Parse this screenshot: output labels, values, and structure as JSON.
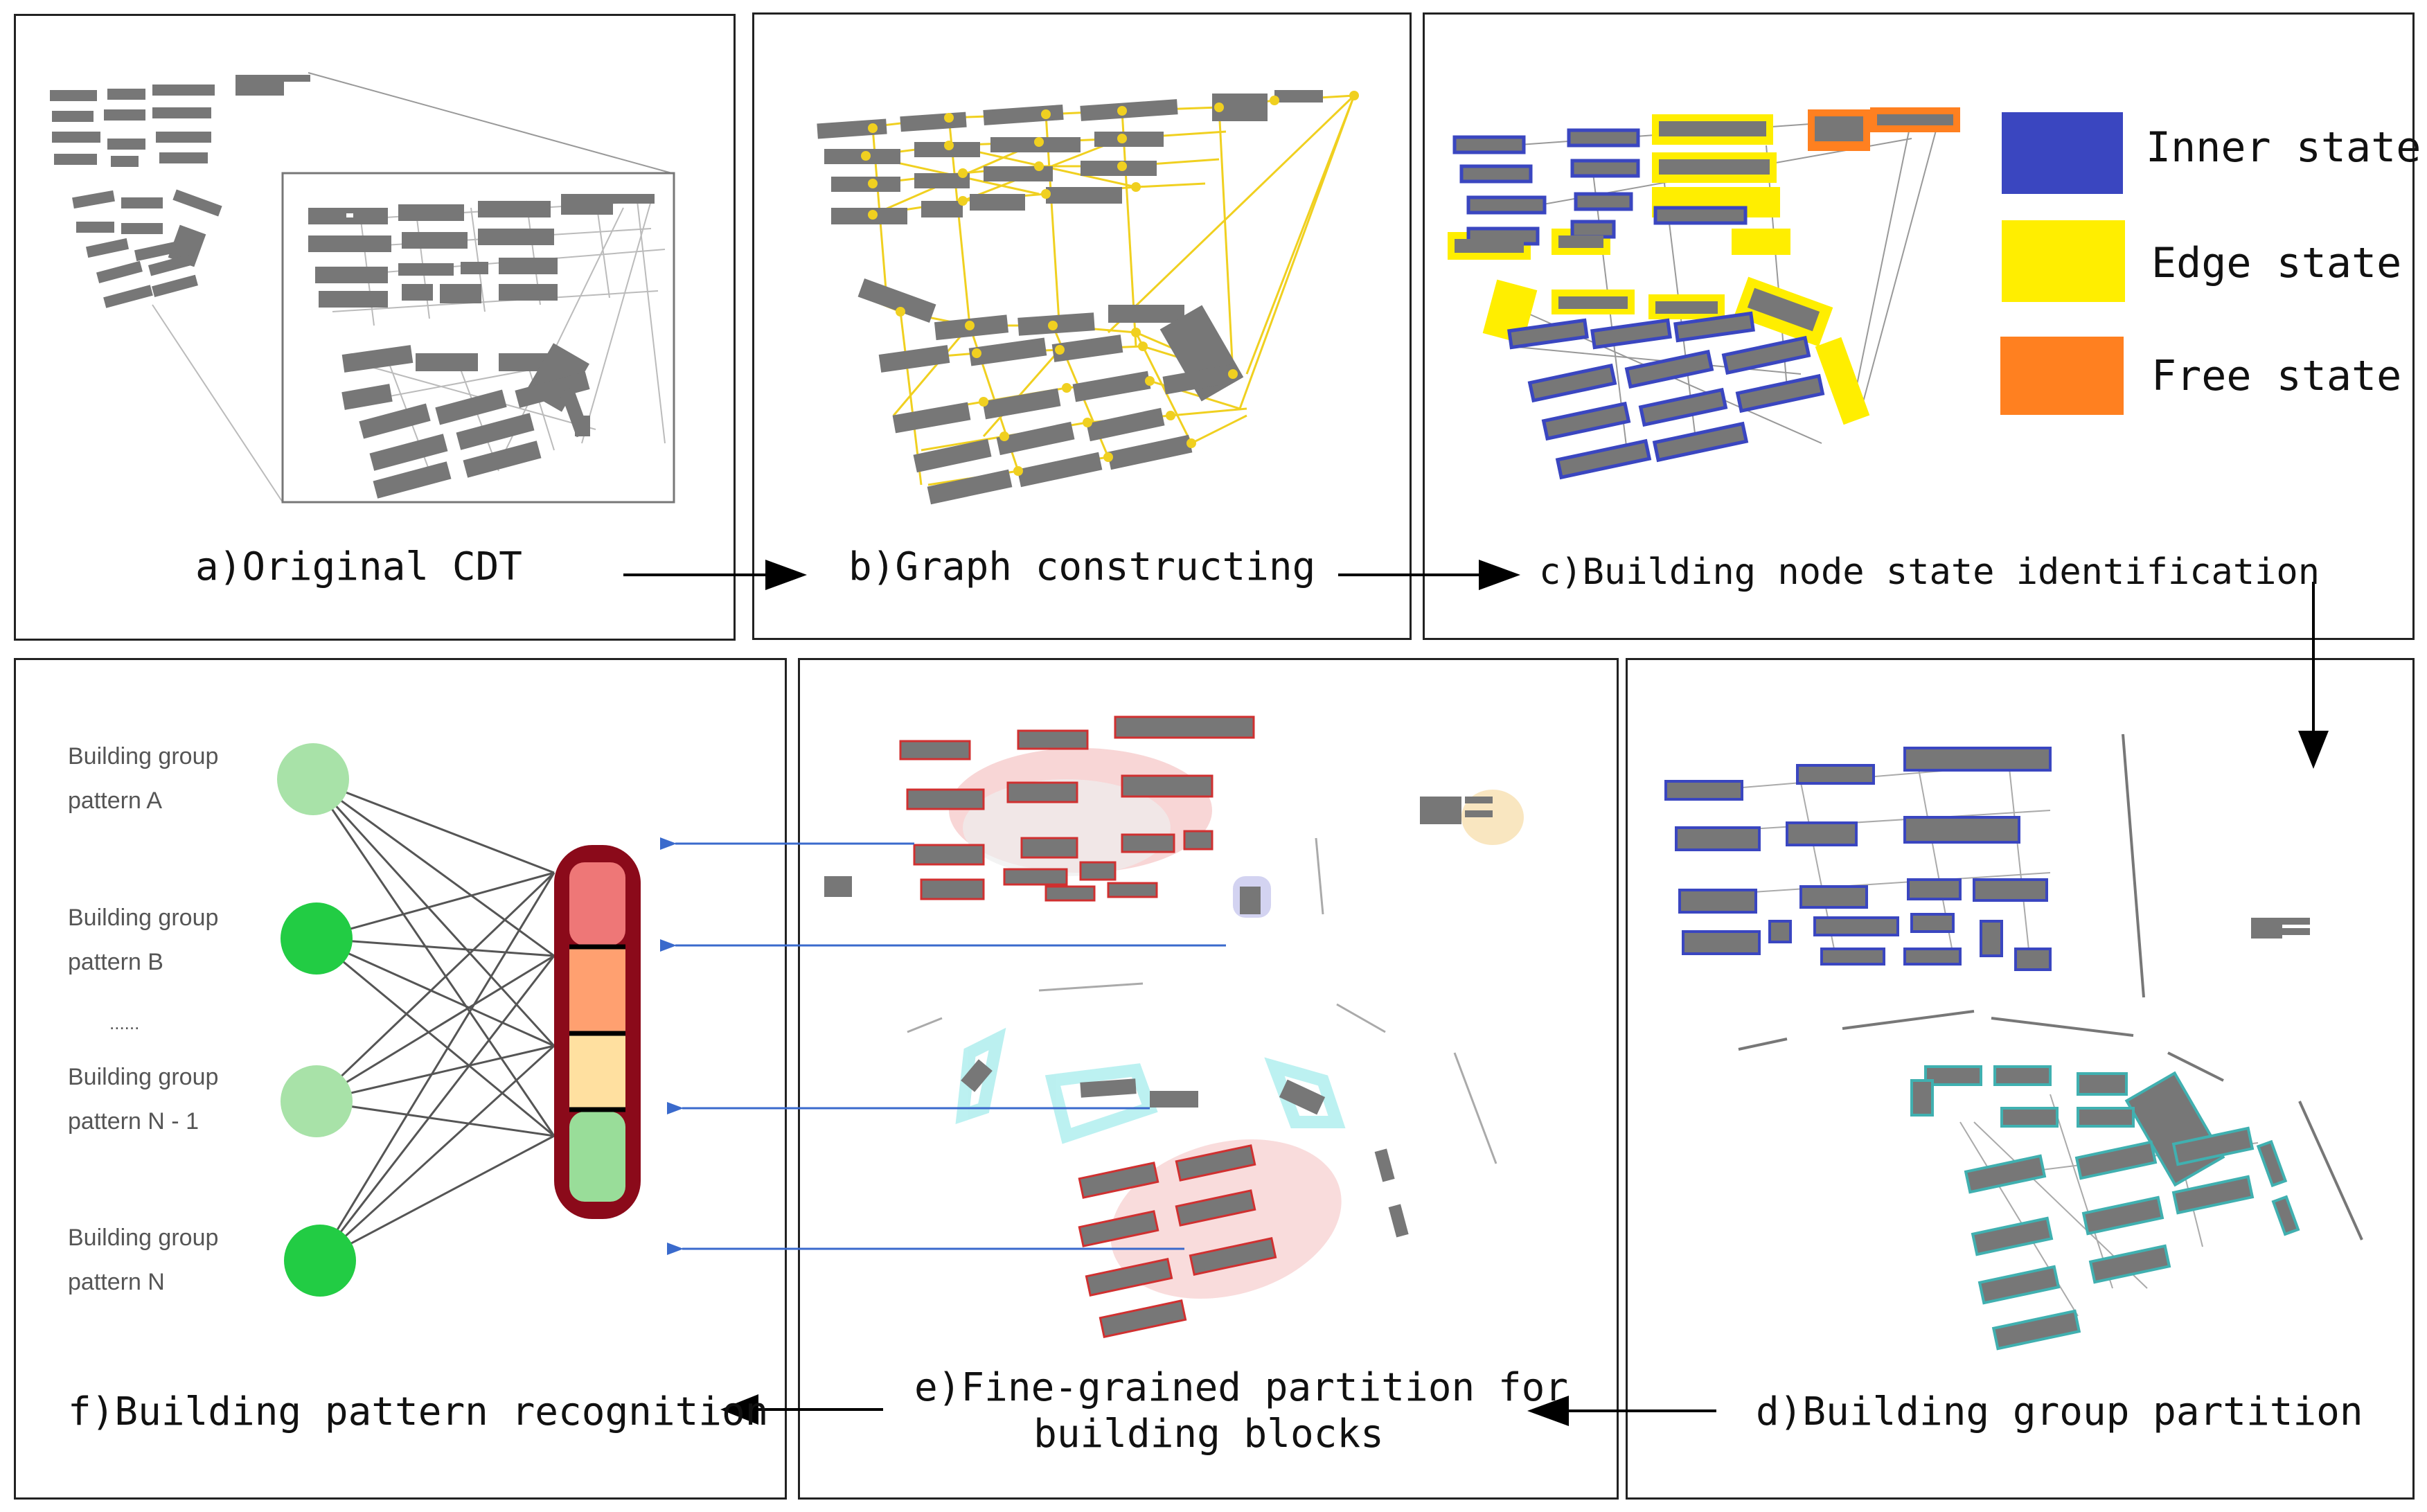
{
  "panels": {
    "a": {
      "caption": "a)Original CDT"
    },
    "b": {
      "caption": "b)Graph constructing"
    },
    "c": {
      "caption": "c)Building node state identification"
    },
    "d": {
      "caption": "d)Building group partition"
    },
    "e": {
      "caption_line1": "e)Fine-grained partition for",
      "caption_line2": "building blocks"
    },
    "f": {
      "caption": "f)Building pattern recognition"
    }
  },
  "legend": [
    {
      "label": "Inner state",
      "color": "#3a46c0"
    },
    {
      "label": "Edge state",
      "color": "#ffee00"
    },
    {
      "label": "Free state",
      "color": "#ff8020"
    }
  ],
  "patterns": [
    {
      "line1": "Building group",
      "line2": "pattern A",
      "node_color": "#a8e2a8"
    },
    {
      "line1": "Building group",
      "line2": "pattern B",
      "node_color": "#22cc44"
    },
    {
      "ellipsis": "......"
    },
    {
      "line1": "Building group",
      "line2": "pattern N - 1",
      "node_color": "#a8e2a8"
    },
    {
      "line1": "Building group",
      "line2": "pattern N",
      "node_color": "#22cc44"
    }
  ],
  "colors": {
    "building": "#777777",
    "cdt_line": "#bbbbbb",
    "graph_line": "#f0d020",
    "group_blue": "#3a46c0",
    "group_teal": "#40b0b0",
    "group_red": "#d03030",
    "vector_colors": [
      "#ee7777",
      "#ffa070",
      "#ffe0a0",
      "#99dd99"
    ],
    "vector_frame": "#8b0a1a",
    "arrow_blue": "#3a6acc"
  }
}
